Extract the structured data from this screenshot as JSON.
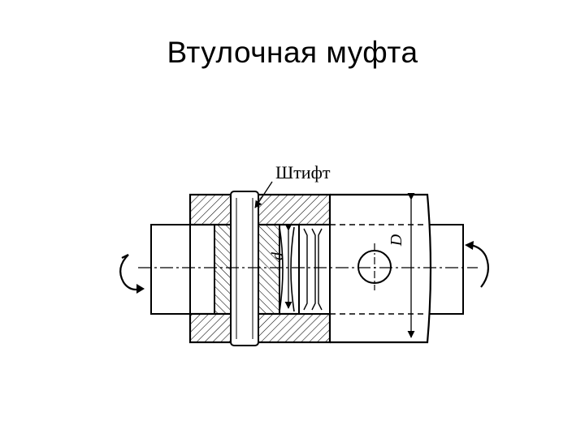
{
  "slide": {
    "title": "Втулочная муфта"
  },
  "drawing": {
    "pin_label": "Штифт",
    "inner_diameter_label": "d",
    "outer_diameter_label": "D"
  }
}
